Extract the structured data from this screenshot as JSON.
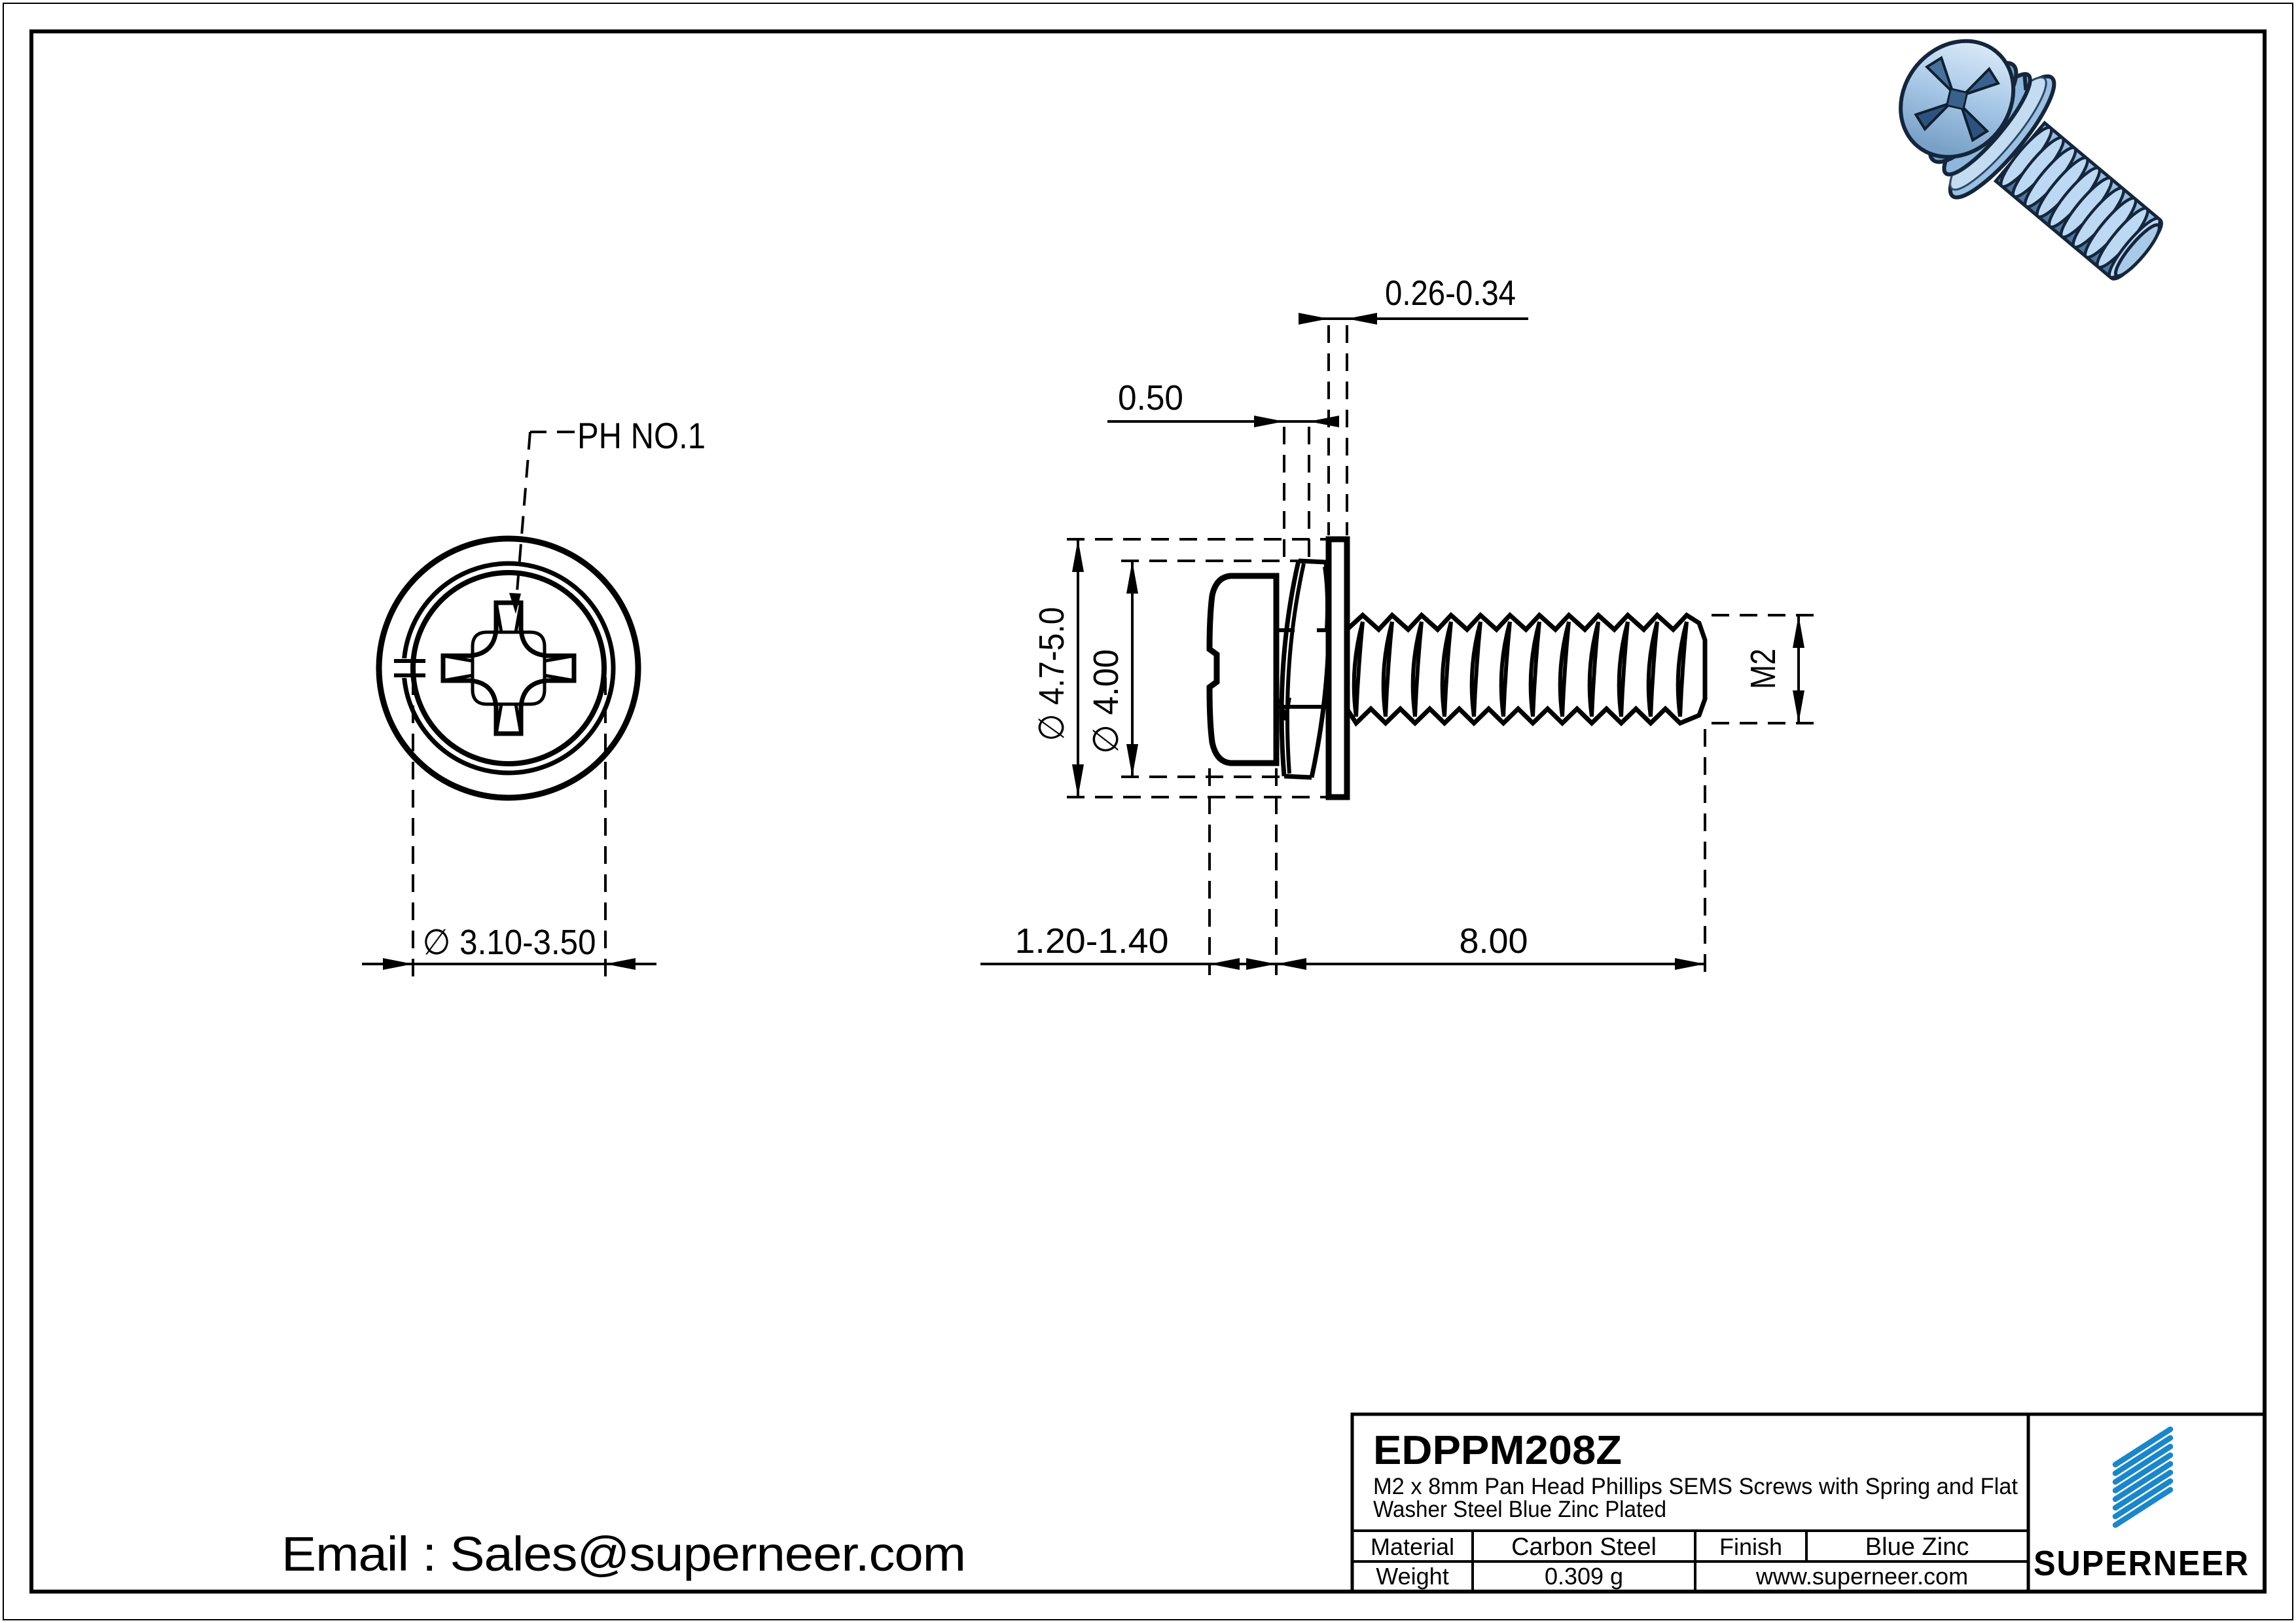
{
  "colors": {
    "line": "#000000",
    "brand_blue": "#1b87c9",
    "link_blue": "#2e9bd6",
    "screw_light": "#cfe2f5",
    "screw_mid": "#a9c9e8",
    "screw_shade": "#7aa2c8",
    "screw_dark": "#14263c"
  },
  "views": {
    "front": {
      "ph_label": "PH NO.1",
      "dim_recess": "∅ 3.10-3.50"
    },
    "side": {
      "dim_washer_od": "∅ 4.7-5.0",
      "dim_head_od": "∅ 4.00",
      "dim_spring_thickness": "0.50",
      "dim_washer_thickness": "0.26-0.34",
      "dim_thread": "M2",
      "dim_head_height": "1.20-1.40",
      "dim_length": "8.00"
    }
  },
  "footer": {
    "email": "Email : Sales@superneer.com"
  },
  "title_block": {
    "part_number": "EDPPM208Z",
    "description_line1": "M2 x 8mm Pan Head Phillips SEMS Screws with Spring and Flat",
    "description_line2": "Washer Steel Blue Zinc Plated",
    "material_label": "Material",
    "material_value": "Carbon Steel",
    "finish_label": "Finish",
    "finish_value": "Blue Zinc",
    "weight_label": "Weight",
    "weight_value": "0.309 g",
    "website": "www.superneer.com",
    "brand": "SUPERNEER"
  }
}
